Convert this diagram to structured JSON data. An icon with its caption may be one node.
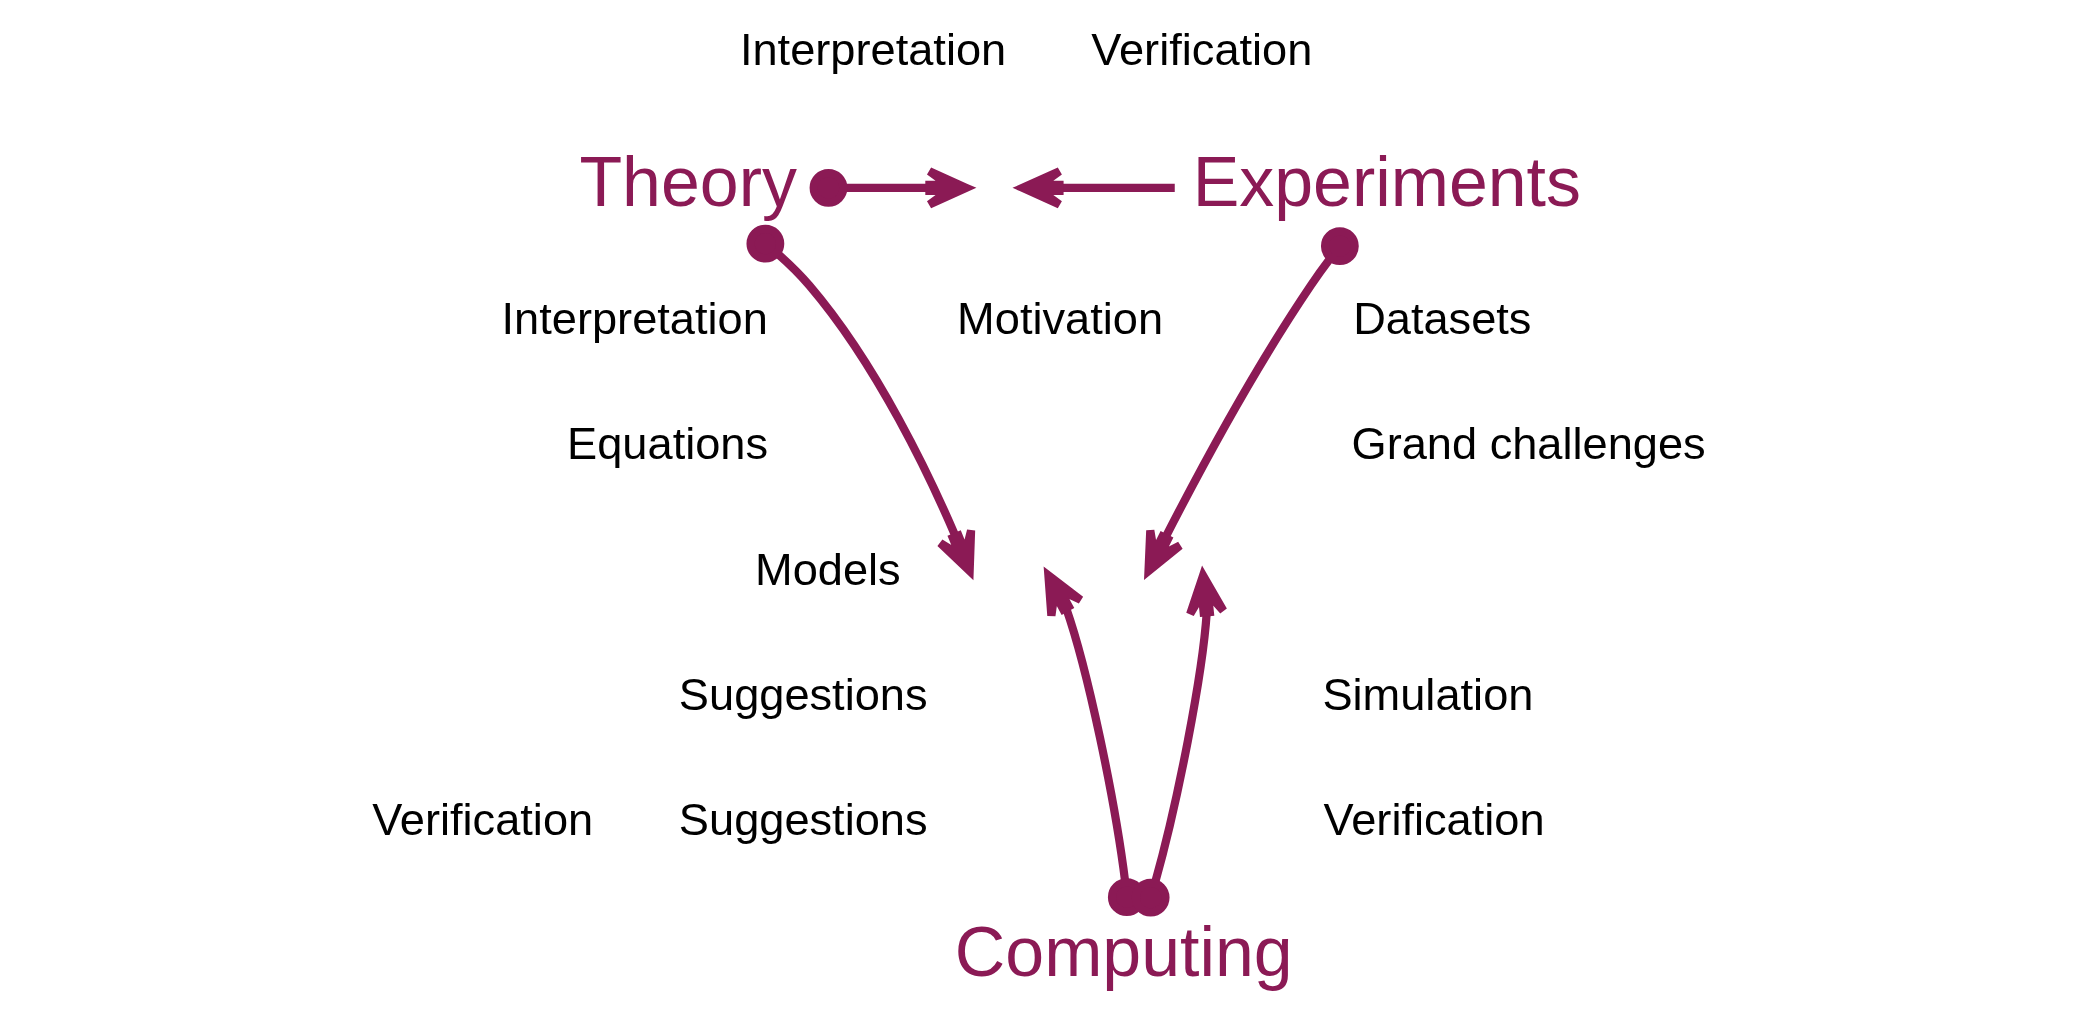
{
  "diagram": {
    "nodes": [
      {
        "text": [
          "Theory"
        ]
      },
      {
        "text": [
          "Experiments"
        ]
      },
      {
        "text": [
          "Computing"
        ]
      }
    ],
    "edges": [
      {
        "from": 0,
        "to": null,
        "arrow": "to"
      },
      {
        "from": 1,
        "to": null,
        "arrow": "to"
      },
      {
        "from": 0,
        "to": null,
        "arrow": "to"
      },
      {
        "from": 2,
        "to": null,
        "arrow": "to"
      },
      {
        "from": 1,
        "to": null,
        "arrow": "to"
      },
      {
        "from": 2,
        "to": null,
        "arrow": "to"
      }
    ],
    "labels": [
      "Interpretation",
      "Verification",
      "Interpretation",
      "Motivation",
      "Datasets",
      "Equations",
      "Grand challenges",
      "Models",
      "Simulation",
      "Suggestions",
      "Suggestions",
      "Verification",
      "Verification"
    ]
  }
}
